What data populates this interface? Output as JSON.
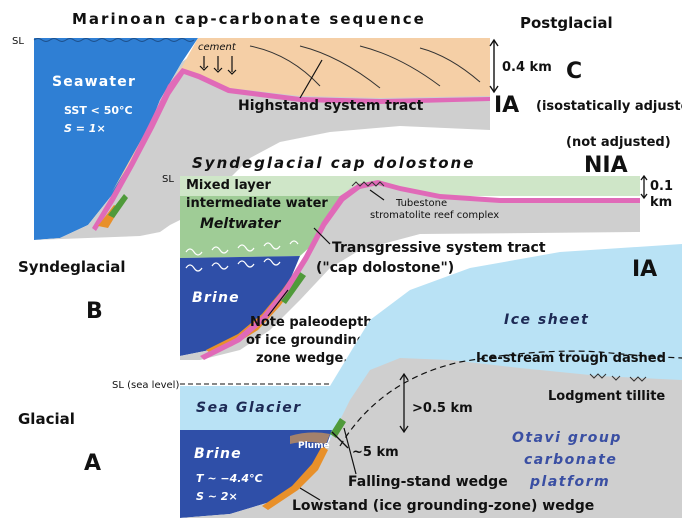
{
  "panel_c": {
    "title": "Marinoan cap-carbonate sequence",
    "stage": "Postglacial",
    "letter": "C",
    "sl": "SL",
    "cement": "cement",
    "seawater": "Seawater",
    "sst": "SST < 50°C",
    "salinity": "S = 1×",
    "thickness": "0.4 km",
    "highstand": "Highstand system tract",
    "ia": "IA",
    "ia_note": "(isostatically adjusted)"
  },
  "panel_b": {
    "title": "Syndeglacial cap dolostone",
    "stage": "Syndeglacial",
    "letter": "B",
    "sl": "SL",
    "not_adjusted": "(not adjusted)",
    "nia": "NIA",
    "thickness_top": "0.1",
    "thickness_unit": "km",
    "mixed_line1": "Mixed layer",
    "mixed_line2": "intermediate water",
    "meltwater": "Meltwater",
    "tubestone_line1": "Tubestone",
    "tubestone_line2": "stromatolite reef complex",
    "transgressive_line1": "Transgressive system tract",
    "transgressive_line2": "(\"cap dolostone\")",
    "brine": "Brine",
    "note_line1": "Note paleodepth",
    "note_line2": "of ice grounding-",
    "note_line3": "zone wedge."
  },
  "panel_a": {
    "stage": "Glacial",
    "letter": "A",
    "ia": "IA",
    "ice_sheet": "Ice sheet",
    "ice_stream": "Ice-stream trough dashed",
    "lodgment": "Lodgment tillite",
    "sl": "SL (sea level)",
    "sea_glacier": "Sea Glacier",
    "depth": ">0.5 km",
    "plume": "Plume",
    "brine": "Brine",
    "temperature": "T ~ −4.4°C",
    "salinity": "S ~ 2×",
    "distance": "~5 km",
    "otavi_line1": "Otavi group",
    "otavi_line2": "carbonate",
    "otavi_line3": "platform",
    "falling": "Falling-stand wedge",
    "lowstand": "Lowstand (ice grounding-zone) wedge"
  },
  "colors": {
    "seawater": "#2f7fd4",
    "brine": "#2f4fa8",
    "meltwater": "#9fcc96",
    "mixed_layer": "#cfe6c8",
    "ice": "#b9e2f5",
    "bedrock": "#cfcfcf",
    "highstand": "#f5cfa6",
    "cap_dolostone": "#e06ab8",
    "lowstand_wedge": "#e8902a",
    "falling_wedge": "#4f9a3a"
  }
}
